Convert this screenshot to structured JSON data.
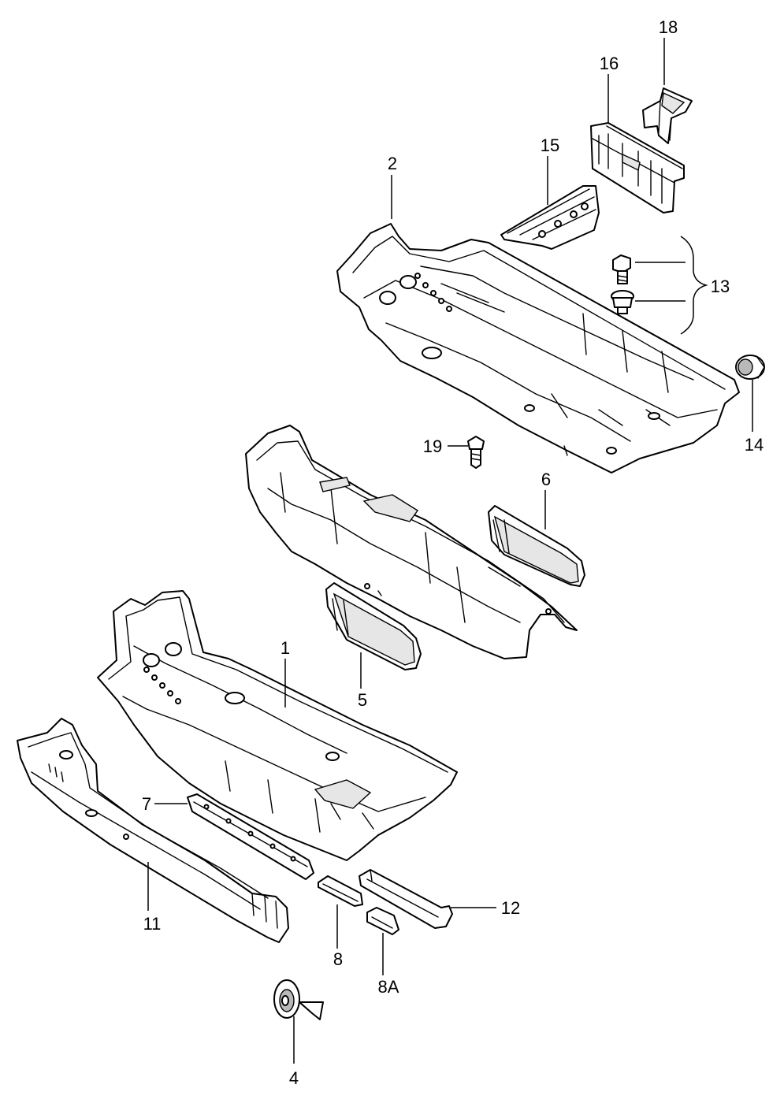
{
  "diagram": {
    "callouts": [
      {
        "id": "18",
        "text": "18"
      },
      {
        "id": "16",
        "text": "16"
      },
      {
        "id": "15",
        "text": "15"
      },
      {
        "id": "2",
        "text": "2"
      },
      {
        "id": "13",
        "text": "13"
      },
      {
        "id": "14",
        "text": "14"
      },
      {
        "id": "19",
        "text": "19"
      },
      {
        "id": "6",
        "text": "6"
      },
      {
        "id": "1",
        "text": "1"
      },
      {
        "id": "5",
        "text": "5"
      },
      {
        "id": "7",
        "text": "7"
      },
      {
        "id": "11",
        "text": "11"
      },
      {
        "id": "12",
        "text": "12"
      },
      {
        "id": "8",
        "text": "8"
      },
      {
        "id": "8A",
        "text": "8A"
      },
      {
        "id": "4",
        "text": "4"
      }
    ]
  }
}
